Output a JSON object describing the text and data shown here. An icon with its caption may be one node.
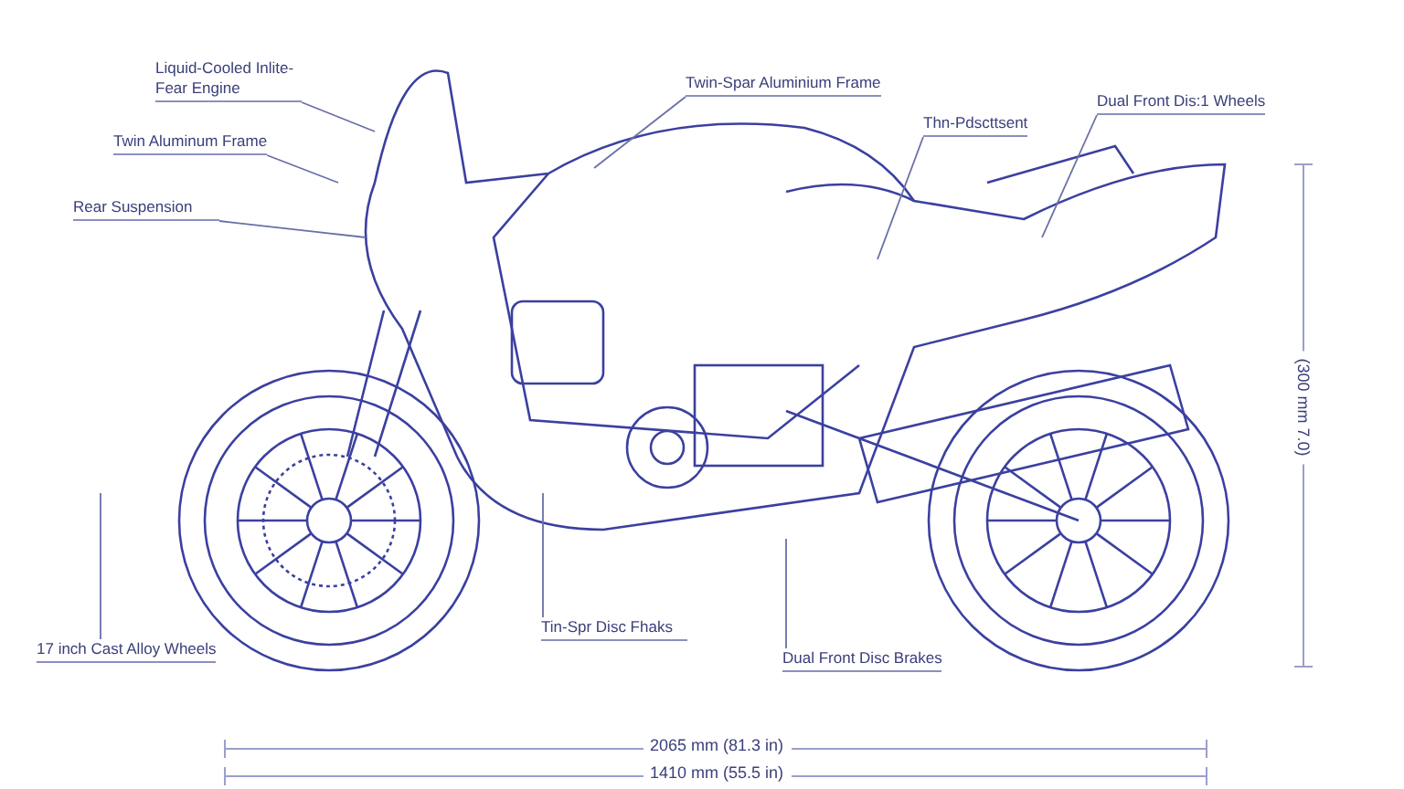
{
  "diagram": {
    "nodes": [
      {
        "text": [
          "Liquid-Cooled Inlite-Fear Engine"
        ]
      },
      {
        "text": [
          "Twin Aluminum Frame"
        ]
      },
      {
        "text": [
          "Rear Suspension"
        ]
      },
      {
        "text": [
          "Twin-Spar Aluminium Frame"
        ]
      },
      {
        "text": [
          "Thn-Pdscttsent"
        ]
      },
      {
        "text": [
          "Dual Front Dis:1 Wheels"
        ]
      },
      {
        "text": [
          "17 inch Cast Alloy Wheels"
        ]
      },
      {
        "text": [
          "Tin-Spr Disc Fhaks"
        ]
      },
      {
        "text": [
          "Dual Front Disc Brakes"
        ]
      }
    ],
    "edges": [
      {
        "from": 0,
        "to": null,
        "arrow": "none"
      },
      {
        "from": 1,
        "to": null,
        "arrow": "none"
      },
      {
        "from": 2,
        "to": null,
        "arrow": "none"
      },
      {
        "from": 3,
        "to": null,
        "arrow": "none"
      },
      {
        "from": 4,
        "to": null,
        "arrow": "none"
      },
      {
        "from": 5,
        "to": null,
        "arrow": "none"
      },
      {
        "from": 6,
        "to": null,
        "arrow": "none"
      },
      {
        "from": 7,
        "to": null,
        "arrow": "none"
      },
      {
        "from": 8,
        "to": null,
        "arrow": "none"
      }
    ],
    "labels": [
      "(300 mm 7.0)",
      "2065 mm (81.3 in)",
      "1410 mm (55.5 in)"
    ]
  }
}
